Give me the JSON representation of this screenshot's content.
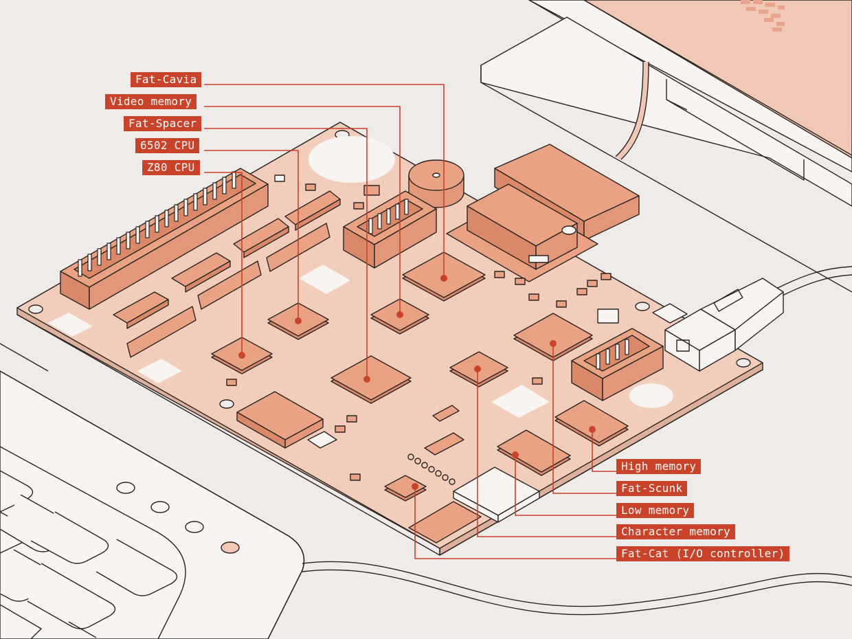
{
  "colors": {
    "background": "#efebe9",
    "board": "#f3cdbc",
    "component": "#e9a384",
    "component_dark": "#d9896a",
    "outline": "#2a2320",
    "accent": "#c8432a",
    "label_text": "#ffffff"
  },
  "labels": {
    "fat_cavia": "Fat-Cavia",
    "video_memory": "Video memory",
    "fat_spacer": "Fat-Spacer",
    "cpu_6502": "6502 CPU",
    "cpu_z80": "Z80 CPU",
    "high_memory": "High memory",
    "fat_scunk": "Fat-Scunk",
    "low_memory": "Low memory",
    "character_memory": "Character memory",
    "fat_cat": "Fat-Cat (I/O controller)"
  },
  "icons": {
    "monitor": "monitor-icon",
    "keyboard": "keyboard-icon",
    "vga_connector": "vga-connector-icon",
    "usb_cable": "usb-cable-icon",
    "buzzer": "buzzer-icon",
    "sd_card": "sd-card-icon"
  }
}
